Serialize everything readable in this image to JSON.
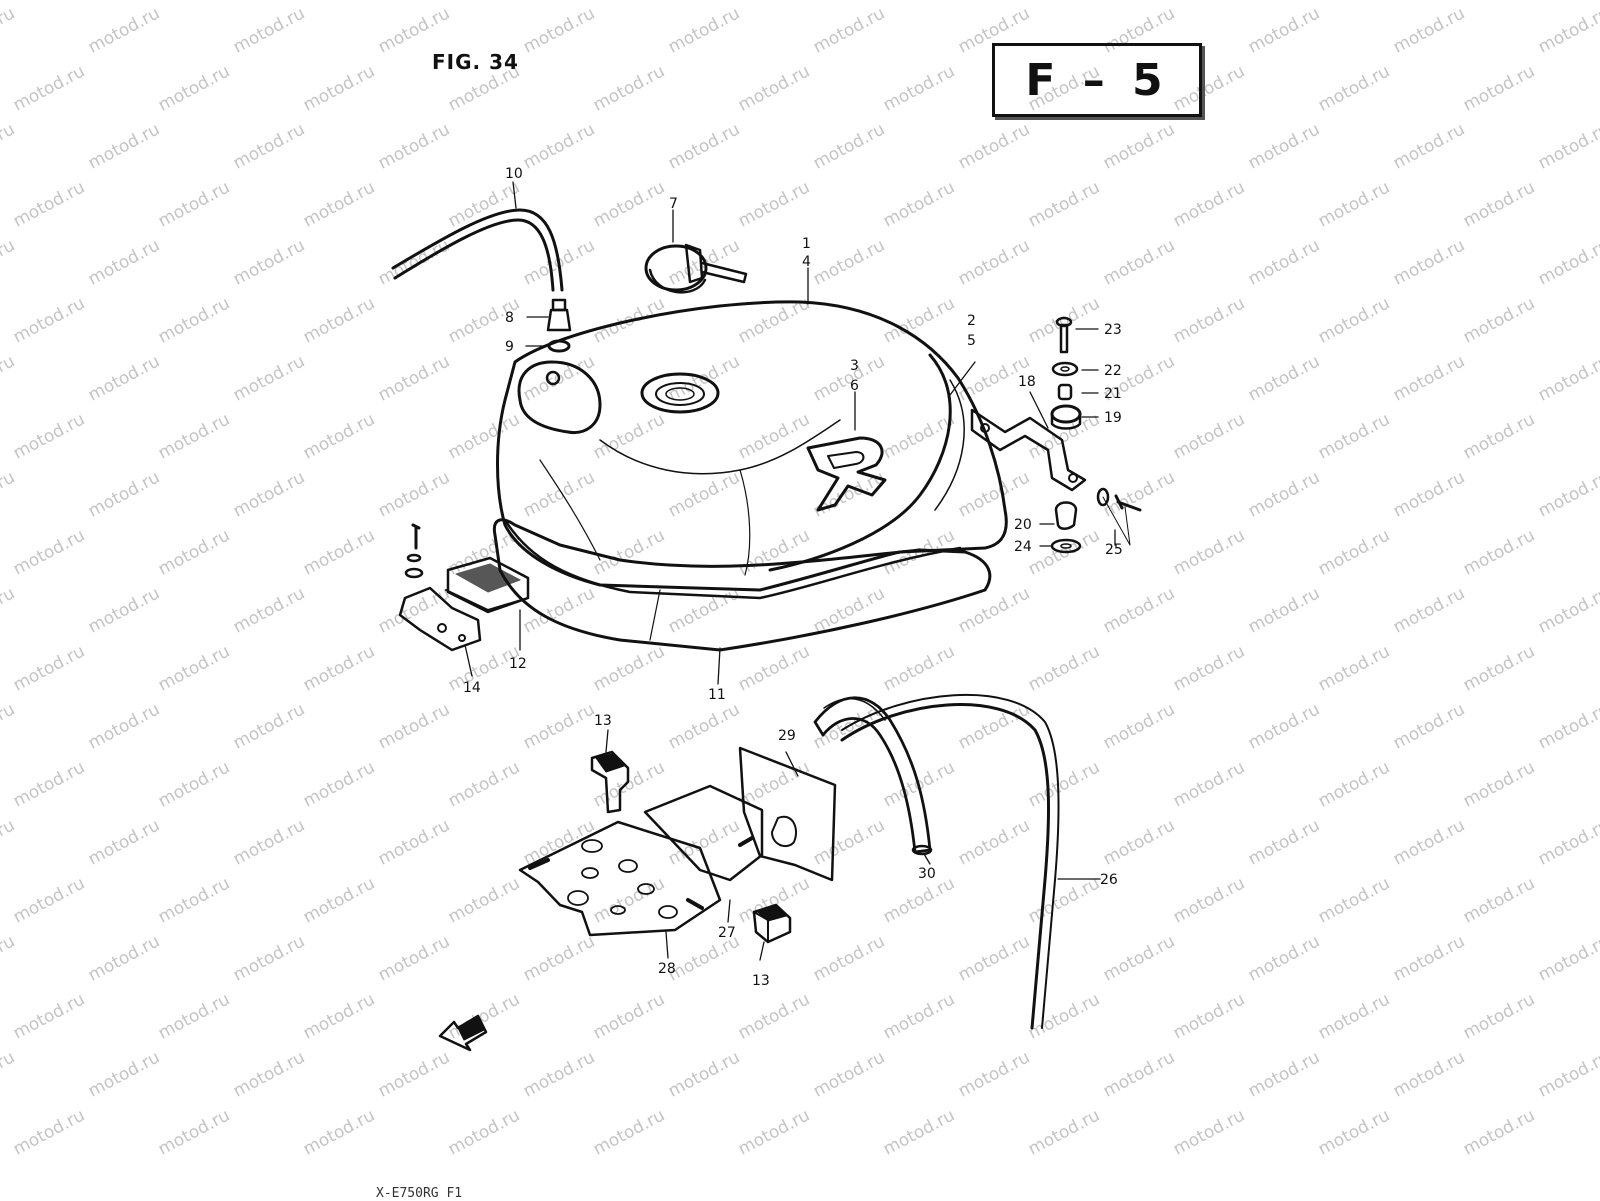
{
  "figure": {
    "title": "FIG. 34",
    "section_code": "F – 5",
    "footer_code": "X-E750RG F1",
    "watermark": "motod.ru"
  },
  "callouts": [
    {
      "id": "c1",
      "label": "1"
    },
    {
      "id": "c4",
      "label": "4"
    },
    {
      "id": "c2",
      "label": "2"
    },
    {
      "id": "c5",
      "label": "5"
    },
    {
      "id": "c3",
      "label": "3"
    },
    {
      "id": "c6",
      "label": "6"
    },
    {
      "id": "c7",
      "label": "7"
    },
    {
      "id": "c8",
      "label": "8"
    },
    {
      "id": "c9",
      "label": "9"
    },
    {
      "id": "c10",
      "label": "10"
    },
    {
      "id": "c11",
      "label": "11"
    },
    {
      "id": "c12",
      "label": "12"
    },
    {
      "id": "c13a",
      "label": "13"
    },
    {
      "id": "c13b",
      "label": "13"
    },
    {
      "id": "c14",
      "label": "14"
    },
    {
      "id": "c18",
      "label": "18"
    },
    {
      "id": "c19",
      "label": "19"
    },
    {
      "id": "c20",
      "label": "20"
    },
    {
      "id": "c21",
      "label": "21"
    },
    {
      "id": "c22",
      "label": "22"
    },
    {
      "id": "c23",
      "label": "23"
    },
    {
      "id": "c24",
      "label": "24"
    },
    {
      "id": "c25",
      "label": "25"
    },
    {
      "id": "c26",
      "label": "26"
    },
    {
      "id": "c27",
      "label": "27"
    },
    {
      "id": "c28",
      "label": "28"
    },
    {
      "id": "c29",
      "label": "29"
    },
    {
      "id": "c30",
      "label": "30"
    }
  ],
  "colors": {
    "ink": "#111111",
    "watermark": "#c4c4c4",
    "paper": "#ffffff"
  }
}
